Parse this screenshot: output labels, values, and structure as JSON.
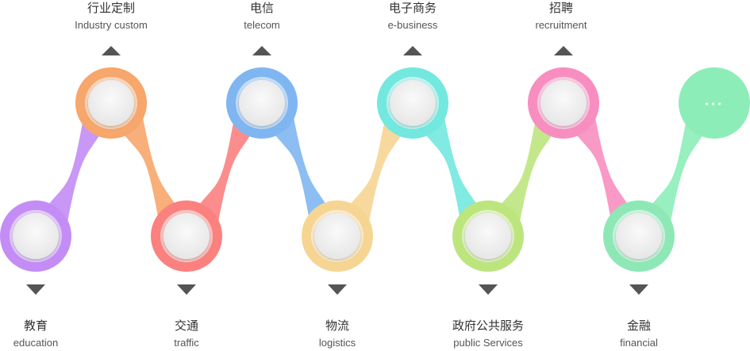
{
  "top_items": [
    {
      "zh": "行业定制",
      "en": "Industry custom"
    },
    {
      "zh": "电信",
      "en": "telecom"
    },
    {
      "zh": "电子商务",
      "en": "e-business"
    },
    {
      "zh": "招聘",
      "en": "recruitment"
    }
  ],
  "bottom_items": [
    {
      "zh": "教育",
      "en": "education"
    },
    {
      "zh": "交通",
      "en": "traffic"
    },
    {
      "zh": "物流",
      "en": "logistics"
    },
    {
      "zh": "政府公共服务",
      "en": "public Services"
    },
    {
      "zh": "金融",
      "en": "financial"
    }
  ],
  "more": {
    "text": "···"
  },
  "colors": {
    "education": "#c38df5",
    "industry": "#f7a66c",
    "traffic": "#fb817f",
    "telecom": "#7fb6f2",
    "logistics": "#f6d592",
    "ebusiness": "#73e8df",
    "public": "#bde57e",
    "recruitment": "#f88ec0",
    "financial": "#8ee8b6",
    "more": "#8dedb8",
    "arrow": "#555555",
    "inner_disc": "#f3f3f3"
  }
}
